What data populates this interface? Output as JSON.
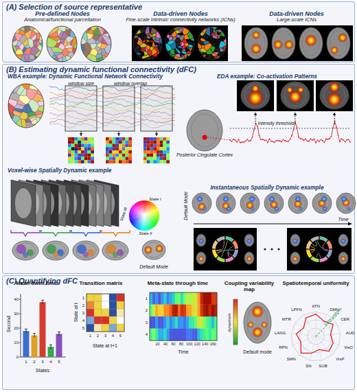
{
  "diagram": {
    "nodes": [
      {
        "text": [
          "(A) Selection of source representative"
        ]
      },
      {
        "text": [
          "Pre-defined Nodes",
          "Anatomical/functional parcellation"
        ],
        "in": 0
      },
      {
        "text": [
          "Data-driven Nodes",
          "Fine-scale Intrinsic connectivity networks (ICNs)"
        ],
        "in": 0
      },
      {
        "text": [
          "Data-driven Nodes",
          "Large-scale ICNs"
        ],
        "in": 0
      },
      {
        "text": [
          "(B) Estimating dynamic functional connectivity (dFC)"
        ]
      },
      {
        "text": [
          "WBA example: Dynamic Functional Network Connectivity"
        ],
        "in": 4
      },
      {
        "text": [
          "EDA example: Co-activation Patterns"
        ],
        "in": 4
      },
      {
        "text": [
          "Voxel-wise Spatially Dynamic example"
        ],
        "in": 4
      },
      {
        "text": [
          "Instantaneous Spatially Dynamic example"
        ],
        "in": 4
      },
      {
        "text": [
          "(C) Quantifying dFC"
        ]
      },
      {
        "text": [
          "Mean dwell time"
        ],
        "in": 9
      },
      {
        "text": [
          "Transition matrix"
        ],
        "in": 9
      },
      {
        "text": [
          "Meta-state through time"
        ],
        "in": 9
      },
      {
        "text": [
          "Coupling variability map"
        ],
        "in": 9
      },
      {
        "text": [
          "Spatiotemporal uniformity"
        ],
        "in": 9
      }
    ],
    "labels": [
      "window size",
      "window overlap",
      "Intensity threshold",
      "Posterior Cingulate Cortex",
      "State I",
      "State II",
      "State III",
      "Default Mode",
      "Default Mode",
      "Time",
      "Second",
      "0",
      "10",
      "20",
      "30",
      "40",
      "1",
      "2",
      "3",
      "4",
      "5",
      "States",
      "1",
      "2",
      "3",
      "4",
      "5",
      "1",
      "2",
      "3",
      "4",
      "5",
      "State at t",
      "State at t+1",
      "1",
      "2",
      "3",
      "4",
      "20",
      "40",
      "60",
      "80",
      "100",
      "120",
      "140",
      "160",
      "Time",
      "dynamism",
      "Default mode",
      "ATN",
      "DMN",
      "CER",
      "AUD",
      "VisO",
      "VisP",
      "SUB",
      "SN",
      "SMN",
      "RPN",
      "LANG",
      "MTR",
      "LPFN",
      "Less uniform"
    ]
  }
}
